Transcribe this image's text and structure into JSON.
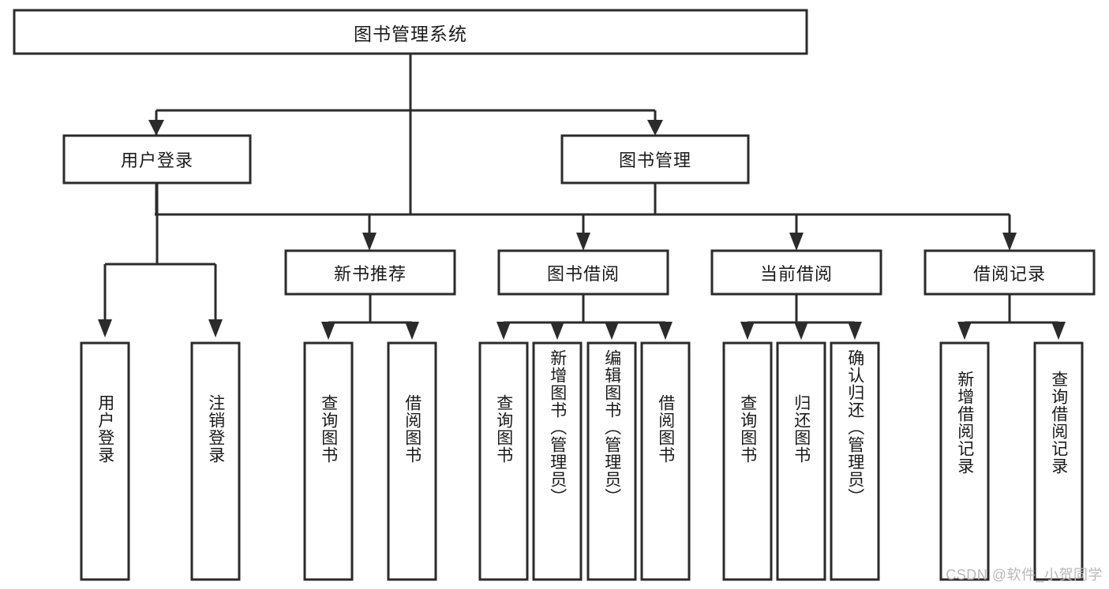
{
  "diagram": {
    "type": "tree-hierarchy",
    "title": "图书管理系统",
    "orientation": "top-down",
    "nodes": {
      "root": {
        "label": "图书管理系统",
        "level": 1,
        "text_direction": "horizontal"
      },
      "level2": [
        {
          "id": "user-login",
          "label": "用户登录",
          "text_direction": "horizontal"
        },
        {
          "id": "book-management",
          "label": "图书管理",
          "text_direction": "horizontal"
        }
      ],
      "level3": [
        {
          "id": "new-book-recommend",
          "label": "新书推荐",
          "parent": "book-management",
          "text_direction": "horizontal"
        },
        {
          "id": "book-borrow",
          "label": "图书借阅",
          "parent": "book-management",
          "text_direction": "horizontal"
        },
        {
          "id": "current-borrow",
          "label": "当前借阅",
          "parent": "book-management",
          "text_direction": "horizontal"
        },
        {
          "id": "borrow-record",
          "label": "借阅记录",
          "parent": "book-management",
          "text_direction": "horizontal"
        }
      ],
      "leaves": [
        {
          "id": "leaf-user-login",
          "label": "用户登录",
          "parent": "user-login",
          "text_direction": "vertical"
        },
        {
          "id": "leaf-user-logout",
          "label": "注销登录",
          "parent": "user-login",
          "text_direction": "vertical"
        },
        {
          "id": "leaf-query-book-1",
          "label": "查询图书",
          "parent": "new-book-recommend",
          "text_direction": "vertical"
        },
        {
          "id": "leaf-borrow-book-1",
          "label": "借阅图书",
          "parent": "new-book-recommend",
          "text_direction": "vertical"
        },
        {
          "id": "leaf-query-book-2",
          "label": "查询图书",
          "parent": "book-borrow",
          "text_direction": "vertical"
        },
        {
          "id": "leaf-add-book",
          "label": "新增图书（管理员）",
          "parent": "book-borrow",
          "text_direction": "vertical"
        },
        {
          "id": "leaf-edit-book",
          "label": "编辑图书（管理员）",
          "parent": "book-borrow",
          "text_direction": "vertical"
        },
        {
          "id": "leaf-borrow-book-2",
          "label": "借阅图书",
          "parent": "book-borrow",
          "text_direction": "vertical"
        },
        {
          "id": "leaf-query-book-3",
          "label": "查询图书",
          "parent": "current-borrow",
          "text_direction": "vertical"
        },
        {
          "id": "leaf-return-book",
          "label": "归还图书",
          "parent": "current-borrow",
          "text_direction": "vertical"
        },
        {
          "id": "leaf-confirm-return",
          "label": "确认归还（管理员）",
          "parent": "current-borrow",
          "text_direction": "vertical"
        },
        {
          "id": "leaf-add-record",
          "label": "新增借阅记录",
          "parent": "borrow-record",
          "text_direction": "vertical"
        },
        {
          "id": "leaf-query-record",
          "label": "查询借阅记录",
          "parent": "borrow-record",
          "text_direction": "vertical"
        }
      ]
    },
    "colors": {
      "box_stroke": "#2b2b2b",
      "box_fill": "#ffffff",
      "connector": "#2b2b2b",
      "text": "#1a1a1a",
      "background": "#ffffff",
      "watermark": "#b8b8b8"
    }
  },
  "watermark": {
    "text": "CSDN @软件_小贺同学"
  }
}
